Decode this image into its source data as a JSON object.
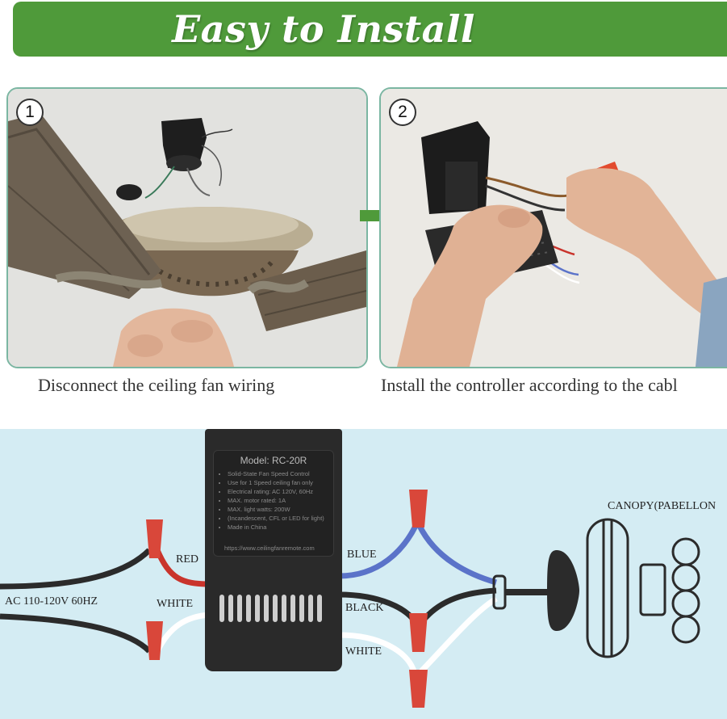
{
  "banner": {
    "title": "Easy to Install",
    "color": "#4f9a3a"
  },
  "steps": [
    {
      "number": "1",
      "caption": "Disconnect the ceiling fan wiring"
    },
    {
      "number": "2",
      "caption": "Install the controller according to the cabl"
    }
  ],
  "diagram": {
    "labels": {
      "ac": "AC 110-120V 60HZ",
      "red": "RED",
      "white_left": "WHITE",
      "blue": "BLUE",
      "black": "BLACK",
      "white_right": "WHITE",
      "canopy": "CANOPY(PABELLON"
    },
    "controller": {
      "model": "Model: RC-20R",
      "lines": [
        "Solid-State Fan Speed Control",
        "Use for 1 Speed ceiling fan only",
        "Electrical rating: AC 120V, 60Hz",
        "MAX. motor rated: 1A",
        "MAX. light watts: 200W",
        "(Incandescent, CFL or LED for light)",
        "Made in China"
      ],
      "url": "https://www.ceilingfanremote.com"
    },
    "colors": {
      "background": "#d4ecf3",
      "wire_black": "#2b2b2b",
      "wire_red": "#c9342c",
      "wire_white": "#ffffff",
      "wire_blue": "#5b73c9",
      "wire_nut": "#d9473a"
    }
  }
}
